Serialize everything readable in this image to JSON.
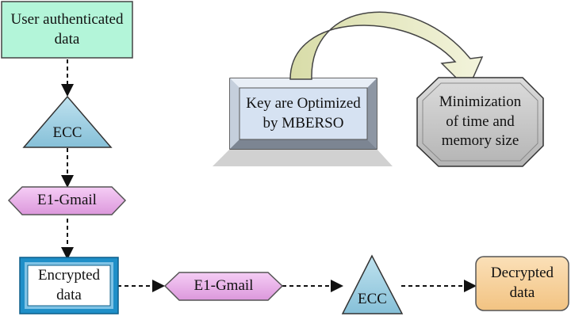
{
  "nodes": {
    "auth": "User authenticated\ndata",
    "ecc_top": "ECC",
    "gmail_left": "E1-Gmail",
    "encrypted": "Encrypted\ndata",
    "gmail_bottom": "E1-Gmail",
    "ecc_bottom": "ECC",
    "decrypted": "Decrypted\ndata",
    "key": "Key are Optimized\nby MBERSO",
    "minimization": "Minimization\nof time and\nmemory size"
  },
  "colors": {
    "green_box": "#b3f5d9",
    "triangle": "#9ccfe2",
    "hexagon": "#e9aee9",
    "encrypted_border": "#1f8fc8",
    "decrypted_box": "#f8cf98",
    "key_box": "#d6e2f2",
    "octagon": "#c8c8c8",
    "arrow_fill": "#e6e9c0",
    "arrow_stroke": "#444444"
  }
}
